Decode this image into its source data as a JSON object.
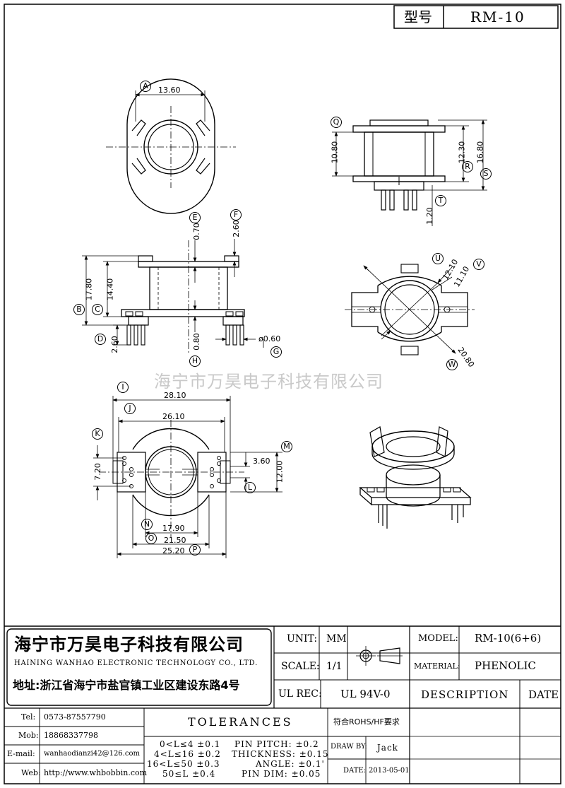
{
  "title_box": {
    "label": "型号",
    "value": "RM-10"
  },
  "watermark": "海宁市万昊电子科技有限公司",
  "views": {
    "top": {
      "dims": [
        "13.60"
      ],
      "markers": [
        "A"
      ]
    },
    "side_right": {
      "dims": [
        "10.80",
        "12.30",
        "16.80",
        "1.20"
      ],
      "markers": [
        "Q",
        "R",
        "S",
        "T"
      ]
    },
    "front": {
      "dims": [
        "0.70",
        "2.60",
        "17.80",
        "14.40",
        "2.60",
        "0.80",
        "ø0.60"
      ],
      "markers": [
        "E",
        "F",
        "B",
        "C",
        "D",
        "H",
        "G"
      ]
    },
    "bottom_round": {
      "dims": [
        "12.10",
        "11.10",
        "20.80"
      ],
      "markers": [
        "U",
        "V",
        "W"
      ]
    },
    "bottom": {
      "dims": [
        "28.10",
        "26.10",
        "3.60",
        "7.20",
        "12.00",
        "17.90",
        "21.50",
        "25.20"
      ],
      "markers": [
        "I",
        "J",
        "K",
        "M",
        "L",
        "N",
        "O",
        "P"
      ]
    }
  },
  "company": {
    "name_cn": "海宁市万昊电子科技有限公司",
    "name_en": "HAINING WANHAO ELECTRONIC TECHNOLOGY CO., LTD.",
    "address": "地址:浙江省海宁市盐官镇工业区建设东路4号"
  },
  "contacts": [
    {
      "label": "Tel:",
      "value": "0573-87557790"
    },
    {
      "label": "Mob:",
      "value": "18868337798"
    },
    {
      "label": "E-mail:",
      "value": "wanhaodianzi42@126.com"
    },
    {
      "label": "Web:",
      "value": "http://www.whbobbin.com"
    }
  ],
  "specs": {
    "unit_label": "UNIT:",
    "unit_value": "MM",
    "scale_label": "SCALE:",
    "scale_value": "1/1",
    "ulrec_label": "UL REC:",
    "ulrec_value": "UL 94V-0",
    "model_label": "MODEL:",
    "model_value": "RM-10(6+6)",
    "material_label": "MATERIAL:",
    "material_value": "PHENOLIC",
    "description": "DESCRIPTION",
    "date_header": "DATE",
    "rohs": "符合ROHS/HF要求",
    "draw_by_label": "DRAW BY:",
    "draw_by_value": "Jack",
    "date_label": "DATE:",
    "date_value": "2013-05-01"
  },
  "tolerances": {
    "title": "TOLERANCES",
    "length": [
      "0<L≤4 ±0.1",
      "4<L≤16 ±0.2",
      "16<L≤50 ±0.3",
      "50≤L ±0.4"
    ],
    "other": [
      "PIN PITCH: ±0.2",
      "THICKNESS: ±0.15",
      "ANGLE: ±0.1'",
      "PIN DIM: ±0.05"
    ]
  }
}
